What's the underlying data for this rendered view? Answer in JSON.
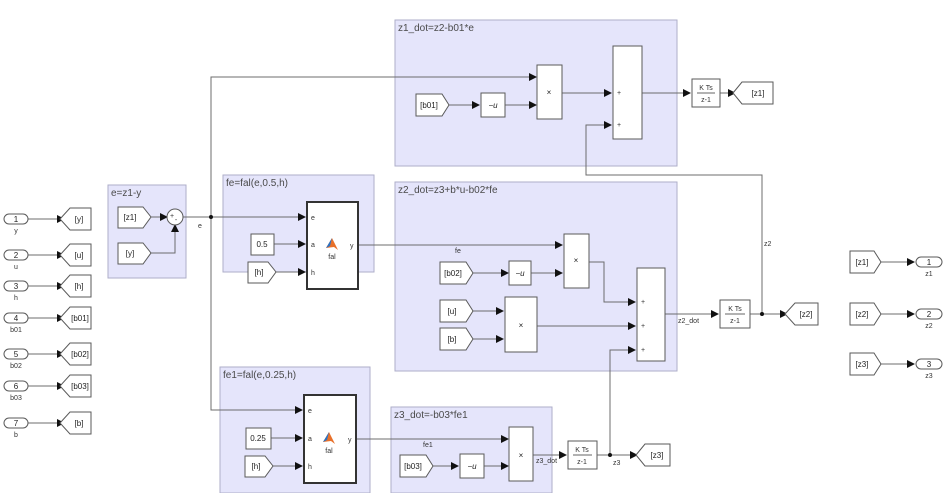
{
  "diagram": {
    "type": "simulink-model",
    "areas": [
      {
        "id": "e",
        "title": "e=z1-y"
      },
      {
        "id": "fe",
        "title": "fe=fal(e,0.5,h)"
      },
      {
        "id": "fe1",
        "title": "fe1=fal(e,0.25,h)"
      },
      {
        "id": "z1dot",
        "title": "z1_dot=z2-b01*e"
      },
      {
        "id": "z2dot",
        "title": "z2_dot=z3+b*u-b02*fe"
      },
      {
        "id": "z3dot",
        "title": "z3_dot=-b03*fe1"
      }
    ],
    "inports": [
      {
        "num": "1",
        "name": "y",
        "goto": "[y]"
      },
      {
        "num": "2",
        "name": "u",
        "goto": "[u]"
      },
      {
        "num": "3",
        "name": "h",
        "goto": "[h]"
      },
      {
        "num": "4",
        "name": "b01",
        "goto": "[b01]"
      },
      {
        "num": "5",
        "name": "b02",
        "goto": "[b02]"
      },
      {
        "num": "6",
        "name": "b03",
        "goto": "[b03]"
      },
      {
        "num": "7",
        "name": "b",
        "goto": "[b]"
      }
    ],
    "outports": [
      {
        "num": "1",
        "name": "z1",
        "from": "[z1]"
      },
      {
        "num": "2",
        "name": "z2",
        "from": "[z2]"
      },
      {
        "num": "3",
        "name": "z3",
        "from": "[z3]"
      }
    ],
    "from_tags": {
      "z1": "[z1]",
      "y": "[y]",
      "h": "[h]",
      "b01": "[b01]",
      "b02": "[b02]",
      "u": "[u]",
      "b": "[b]",
      "b03": "[b03]"
    },
    "goto_tags": {
      "z1": "[z1]",
      "z2": "[z2]",
      "z3": "[z3]"
    },
    "constants": {
      "a_fe": "0.5",
      "a_fe1": "0.25"
    },
    "fal_block": {
      "label": "fal",
      "port_e": "e",
      "port_a": "a",
      "port_h": "h",
      "port_y": "y"
    },
    "sum_signs": {
      "plus": "+",
      "minus": "-"
    },
    "product_symbol": "×",
    "unary_minus": "−u",
    "integrator": {
      "num": "K Ts",
      "den": "z-1"
    },
    "signal_labels": {
      "e": "e",
      "fe": "fe",
      "fe1": "fe1",
      "z2_dot": "z2_dot",
      "z3_dot": "z3_dot",
      "z2": "z2",
      "z3": "z3"
    }
  }
}
